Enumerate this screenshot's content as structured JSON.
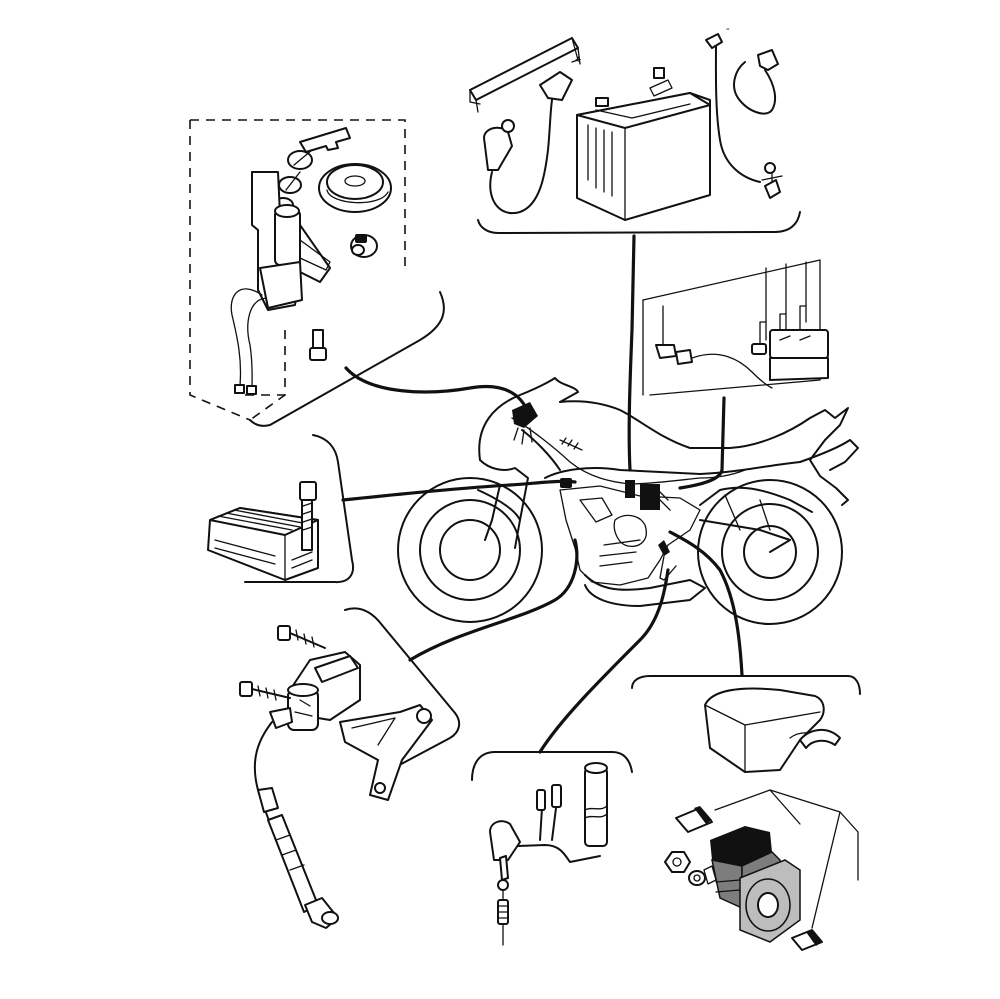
{
  "diagram": {
    "callouts": [
      {
        "id": "ignition-switch-kit",
        "label": ""
      },
      {
        "id": "battery-and-leads",
        "label": ""
      },
      {
        "id": "fuse-box",
        "label": ""
      },
      {
        "id": "rectifier-regulator",
        "label": ""
      },
      {
        "id": "ignition-coil",
        "label": ""
      },
      {
        "id": "neutral-switch",
        "label": ""
      },
      {
        "id": "starter-relay",
        "label": ""
      }
    ],
    "battery_terminal_marks": [
      "+",
      "-"
    ]
  }
}
